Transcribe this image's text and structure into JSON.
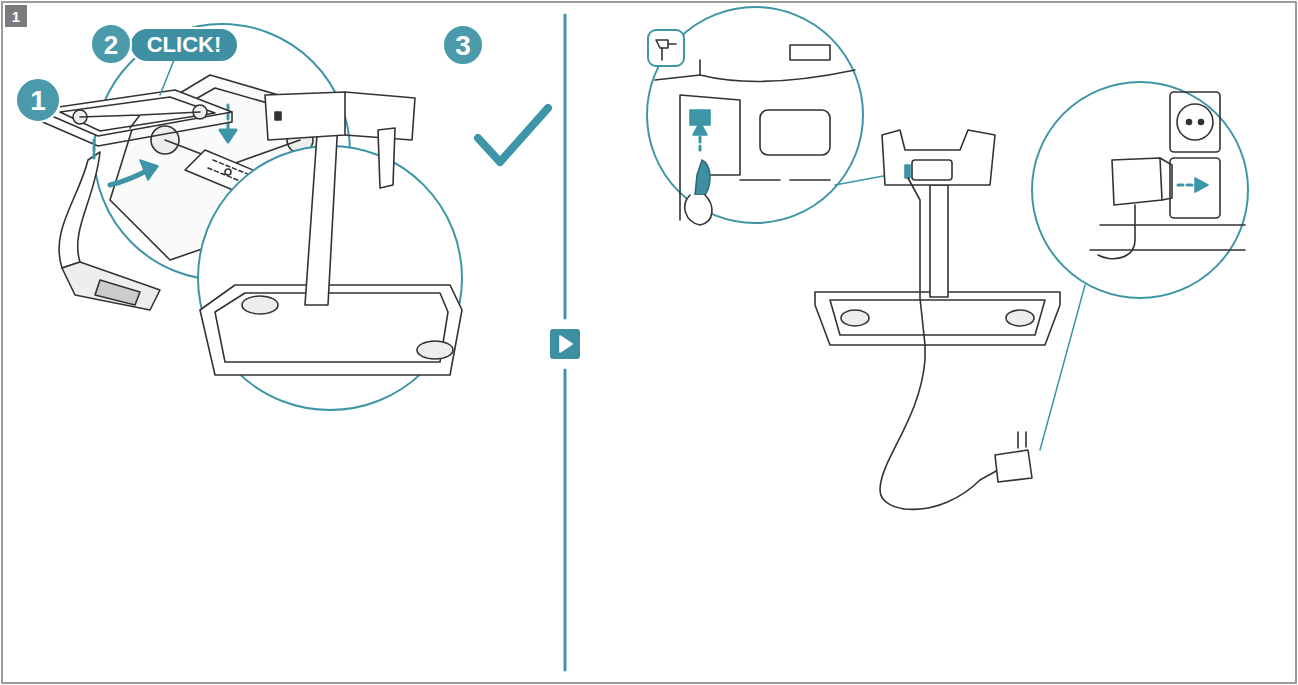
{
  "diagram": {
    "labels": [
      "1",
      "2",
      "CLICK!",
      "1",
      "3"
    ]
  }
}
